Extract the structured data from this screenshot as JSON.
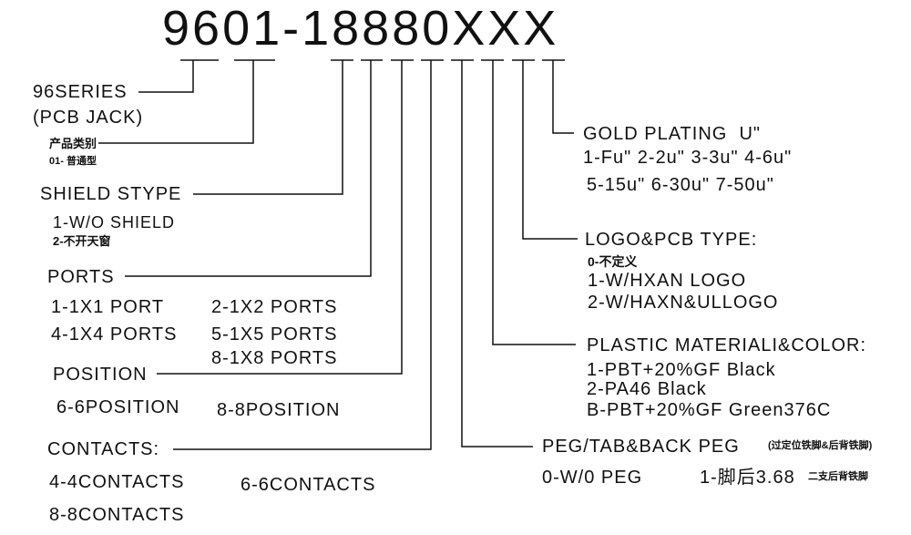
{
  "part_number": "9601-18880XXX",
  "series": {
    "label": "96SERIES",
    "sub": "(PCB JACK)"
  },
  "category": {
    "label": "产品类别",
    "options": [
      "01- 普通型"
    ]
  },
  "shield": {
    "label": "SHIELD STYPE",
    "options": [
      "1-W/O SHIELD",
      "2-不开天窗"
    ]
  },
  "ports": {
    "label": "PORTS",
    "options": [
      "1-1X1 PORT",
      "2-1X2 PORTS",
      "4-1X4 PORTS",
      "5-1X5 PORTS",
      "8-1X8 PORTS"
    ]
  },
  "position": {
    "label": "POSITION",
    "options": [
      "6-6POSITION",
      "8-8POSITION"
    ]
  },
  "contacts": {
    "label": "CONTACTS:",
    "options": [
      "4-4CONTACTS",
      "6-6CONTACTS",
      "8-8CONTACTS"
    ]
  },
  "gold": {
    "label": "GOLD PLATING  U\"",
    "options": [
      "1-Fu\" 2-2u\" 3-3u\" 4-6u\"",
      "5-15u\" 6-30u\" 7-50u\""
    ]
  },
  "logo": {
    "label": "LOGO&PCB TYPE:",
    "options": [
      "0-不定义",
      "1-W/HXAN LOGO",
      "2-W/HAXN&ULLOGO"
    ]
  },
  "plastic": {
    "label": "PLASTIC MATERIALI&COLOR:",
    "options": [
      "1-PBT+20%GF Black",
      "2-PA46 Black",
      "B-PBT+20%GF Green376C"
    ]
  },
  "peg": {
    "label": "PEG/TAB&BACK PEG",
    "label_note": "(过定位铁脚&后背铁脚)",
    "options": [
      "0-W/0 PEG",
      "1-脚后3.68",
      "二支后背铁脚"
    ]
  }
}
